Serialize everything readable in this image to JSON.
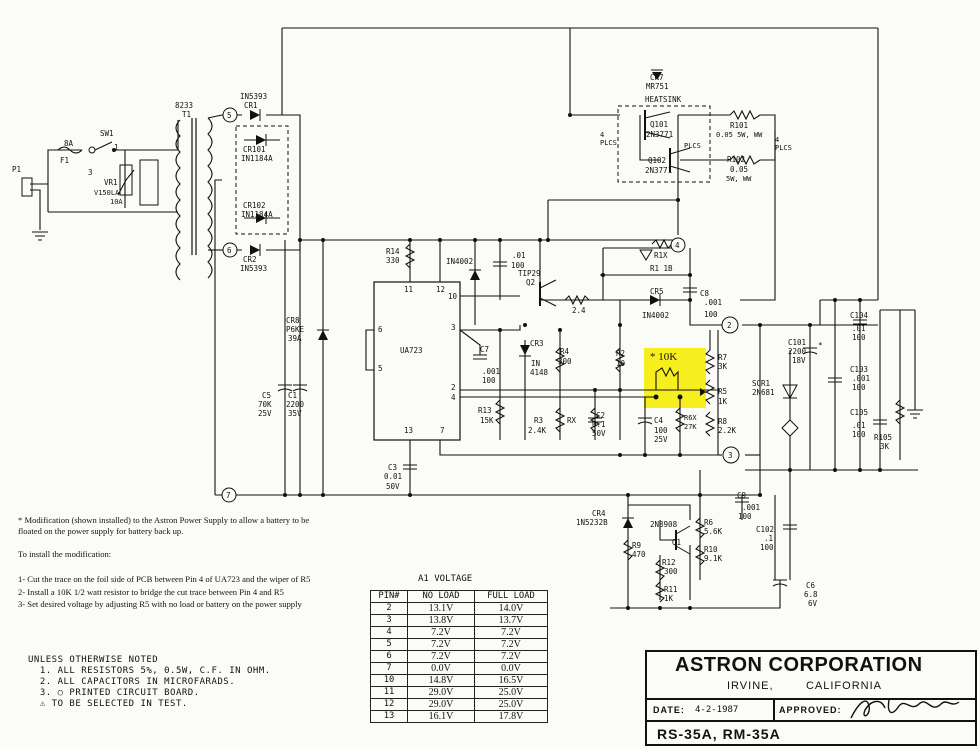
{
  "labels": {
    "p1": "P1",
    "f1": "F1",
    "fuse_rating": "8A",
    "sw1": "SW1",
    "sw_pin1": "1",
    "sw_pin3": "3",
    "vr1": "VR1",
    "vr1_type": "V150LA",
    "vr1_rating": "10A",
    "t1_code": "8233",
    "t1": "T1",
    "cr1_part": "IN5393",
    "cr1": "CR1",
    "cr101": "CR101",
    "cr101_part": "IN1184A",
    "cr102": "CR102",
    "cr102_part": "IN1184A",
    "cr2": "CR2",
    "cr2_part": "IN5393",
    "node5": "5",
    "node6": "6",
    "node7": "7",
    "node2": "2",
    "node3": "3",
    "node4": "4",
    "cr8": "CR8",
    "cr8_part": "P6KE",
    "cr8_val": "39A",
    "c5": "C5",
    "c5_val": "70K",
    "c5_v": "25V",
    "c1": "C1",
    "c1_val": "2200",
    "c1_v": "35V",
    "r14": "R14",
    "r14_val": "330",
    "in4002_a": "IN4002",
    "c_01": ".01",
    "c_01_v": "100",
    "tip29": "TIP29",
    "q2": "Q2",
    "ic_name": "UA723",
    "pin11": "11",
    "pin12": "12",
    "pin10": "10",
    "pin6": "6",
    "pin5": "5",
    "pin3": "3",
    "pin2": "2",
    "pin4": "4",
    "pin13": "13",
    "pin7": "7",
    "c7": "C7",
    "c7_val": ".001",
    "c7_v": "100",
    "c3": "C3",
    "c3_val": "0.01",
    "c3_v": "50V",
    "r13": "R13",
    "r13_val": "15K",
    "cr3": "CR3",
    "cr3_a": "IN",
    "cr3_b": "4148",
    "r4": "R4",
    "r4_val": "300",
    "r3": "R3",
    "r3_val": "2.4K",
    "rx": "RX",
    "c2": "C2",
    "c2_val": "0.1",
    "c2_v": "50V",
    "r2": "R2",
    "r2_val": "10",
    "r_24": "2.4",
    "r1x": "R1X",
    "r1": "R1 1B",
    "cr5": "CR5",
    "cr5_part": "IN4002",
    "c8": "C8",
    "c8_val": ".001",
    "c8_v": "100",
    "mod_label": "* 10K",
    "c4": "C4",
    "c4_val": "100",
    "c4_v": "25V",
    "r6x": "R6X",
    "r6x_val": "27K",
    "r7": "R7",
    "r7_val": "3K",
    "r5": "R5",
    "r5_val": "1K",
    "r8": "R8",
    "r8_val": "2.2K",
    "cr7": "CR7",
    "cr7_part": "MR751",
    "heatsink": "HEATSINK",
    "q101": "Q101",
    "q101_part": "2N3771",
    "q102": "Q102",
    "q102_part": "2N3771",
    "plcs_left": "4\nPLCS",
    "plcs_mid": "PLCS",
    "plcs_right": "4\nPLCS",
    "r101": "R101",
    "r101_val": "0.05 5W, WW",
    "r102": "R102",
    "r102_val": "0.05",
    "r102_w": "5W, WW",
    "scr1": "SCR1",
    "scr1_part": "2N681",
    "c101": "C101",
    "c101_val": "2200",
    "c101_v": "18V",
    "c101_star": "*",
    "c104": "C104",
    "c104_val": ".01",
    "c104_v": "100",
    "c103": "C103",
    "c103_val": ".001",
    "c103_v": "100",
    "c105": "C105",
    "c105_val": ".01",
    "c105_v": "100",
    "r105": "R105",
    "r105_val": "3K",
    "c9": "C9",
    "c9_val": ".001",
    "c9_v": "100",
    "c102": "C102",
    "c102_val": ".1",
    "c102_v": "100",
    "c6": "C6",
    "c6_val": "6.8",
    "c6_v": "6V",
    "cr4": "CR4",
    "cr4_part": "1N5232B",
    "q1_part": "2N3908",
    "q1": "Q1",
    "r6": "R6",
    "r6_val": "5.6K",
    "r9": "R9",
    "r9_val": "470",
    "r10": "R10",
    "r10_val": "9.1K",
    "r12": "R12",
    "r12_val": "300",
    "r11": "R11",
    "r11_val": "1K"
  },
  "notes": [
    "* Modification (shown installed) to the Astron Power Supply to allow a battery to be",
    "floated on the power supply for battery back up.",
    "To install the modification:",
    "1- Cut the trace on the foil side of PCB between Pin 4 of UA723 and the wiper of R5",
    "2- Install a 10K 1/2 watt resistor to bridge the cut trace between Pin 4 and R5",
    "3- Set desired voltage by adjusting R5 with no load or battery on the power supply"
  ],
  "standard_notes": [
    "UNLESS OTHERWISE NOTED",
    "  1. ALL RESISTORS 5%, 0.5W, C.F. IN OHM.",
    "  2. ALL CAPACITORS IN MICROFARADS.",
    "  3. ○ PRINTED CIRCUIT BOARD.",
    "  ⚠ TO BE SELECTED IN TEST."
  ],
  "a1_voltage": {
    "title": "A1 VOLTAGE",
    "headers": [
      "PIN#",
      "NO LOAD",
      "FULL LOAD"
    ],
    "rows": [
      [
        "2",
        "13.1V",
        "14.0V"
      ],
      [
        "3",
        "13.8V",
        "13.7V"
      ],
      [
        "4",
        "7.2V",
        "7.2V"
      ],
      [
        "5",
        "7.2V",
        "7.2V"
      ],
      [
        "6",
        "7.2V",
        "7.2V"
      ],
      [
        "7",
        "0.0V",
        "0.0V"
      ],
      [
        "10",
        "14.8V",
        "16.5V"
      ],
      [
        "11",
        "29.0V",
        "25.0V"
      ],
      [
        "12",
        "29.0V",
        "25.0V"
      ],
      [
        "13",
        "16.1V",
        "17.8V"
      ]
    ]
  },
  "title_block": {
    "company": "ASTRON CORPORATION",
    "city": "IRVINE,        CALIFORNIA",
    "date_label": "DATE:",
    "date": "4-2-1987",
    "approved_label": "APPROVED:",
    "model": "RS-35A, RM-35A"
  }
}
